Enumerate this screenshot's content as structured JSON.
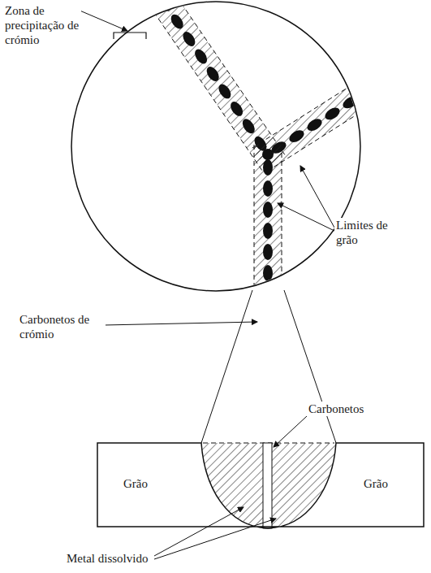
{
  "diagram": {
    "labels": [
      "Zona de precipitação de crómio",
      "Limites de grão",
      "Carbonetos de crómio",
      "Carbonetos",
      "Grão",
      "Grão",
      "Metal dissolvido"
    ]
  }
}
